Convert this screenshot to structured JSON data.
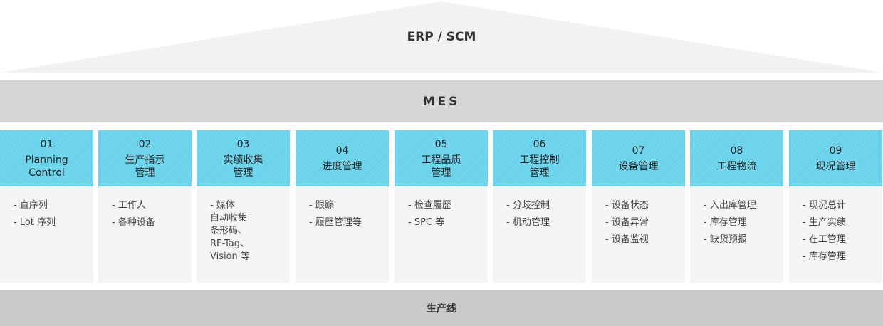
{
  "roof": {
    "label": "ERP / SCM"
  },
  "mes": {
    "label": "MES"
  },
  "columns": [
    {
      "num": "01",
      "title": "Planning\nControl",
      "items": [
        "- 直序列",
        "- Lot 序列"
      ]
    },
    {
      "num": "02",
      "title": "生产指示\n管理",
      "items": [
        "- 工作人",
        "- 各种设备"
      ]
    },
    {
      "num": "03",
      "title": "实绩收集\n管理",
      "items": [
        "- 媒体\n   自动收集\n   条形码、\n   RF-Tag、\n   Vision 等"
      ]
    },
    {
      "num": "04",
      "title": "进度管理",
      "items": [
        "- 跟踪",
        "- 履歷管理等"
      ]
    },
    {
      "num": "05",
      "title": "工程品质\n管理",
      "items": [
        "- 检查履歷",
        "- SPC 等"
      ]
    },
    {
      "num": "06",
      "title": "工程控制\n管理",
      "items": [
        "- 分歧控制",
        "- 机动管理"
      ]
    },
    {
      "num": "07",
      "title": "设备管理",
      "items": [
        "- 设备状态",
        "- 设备异常",
        "- 设备监视"
      ]
    },
    {
      "num": "08",
      "title": "工程物流",
      "items": [
        "- 入出库管理",
        "- 库存管理",
        "- 缺货预报"
      ]
    },
    {
      "num": "09",
      "title": "现况管理",
      "items": [
        "- 现况总计",
        "- 生产实绩",
        "- 在工管理",
        "- 库存管理"
      ]
    }
  ],
  "base": {
    "label": "生产线"
  },
  "colors": {
    "roof": "#f2f2f2",
    "mes_bar": "#d6d6d6",
    "column_header": "#6ad3ec",
    "column_body": "#f4f4f4",
    "base_bar": "#c9c9c9"
  }
}
